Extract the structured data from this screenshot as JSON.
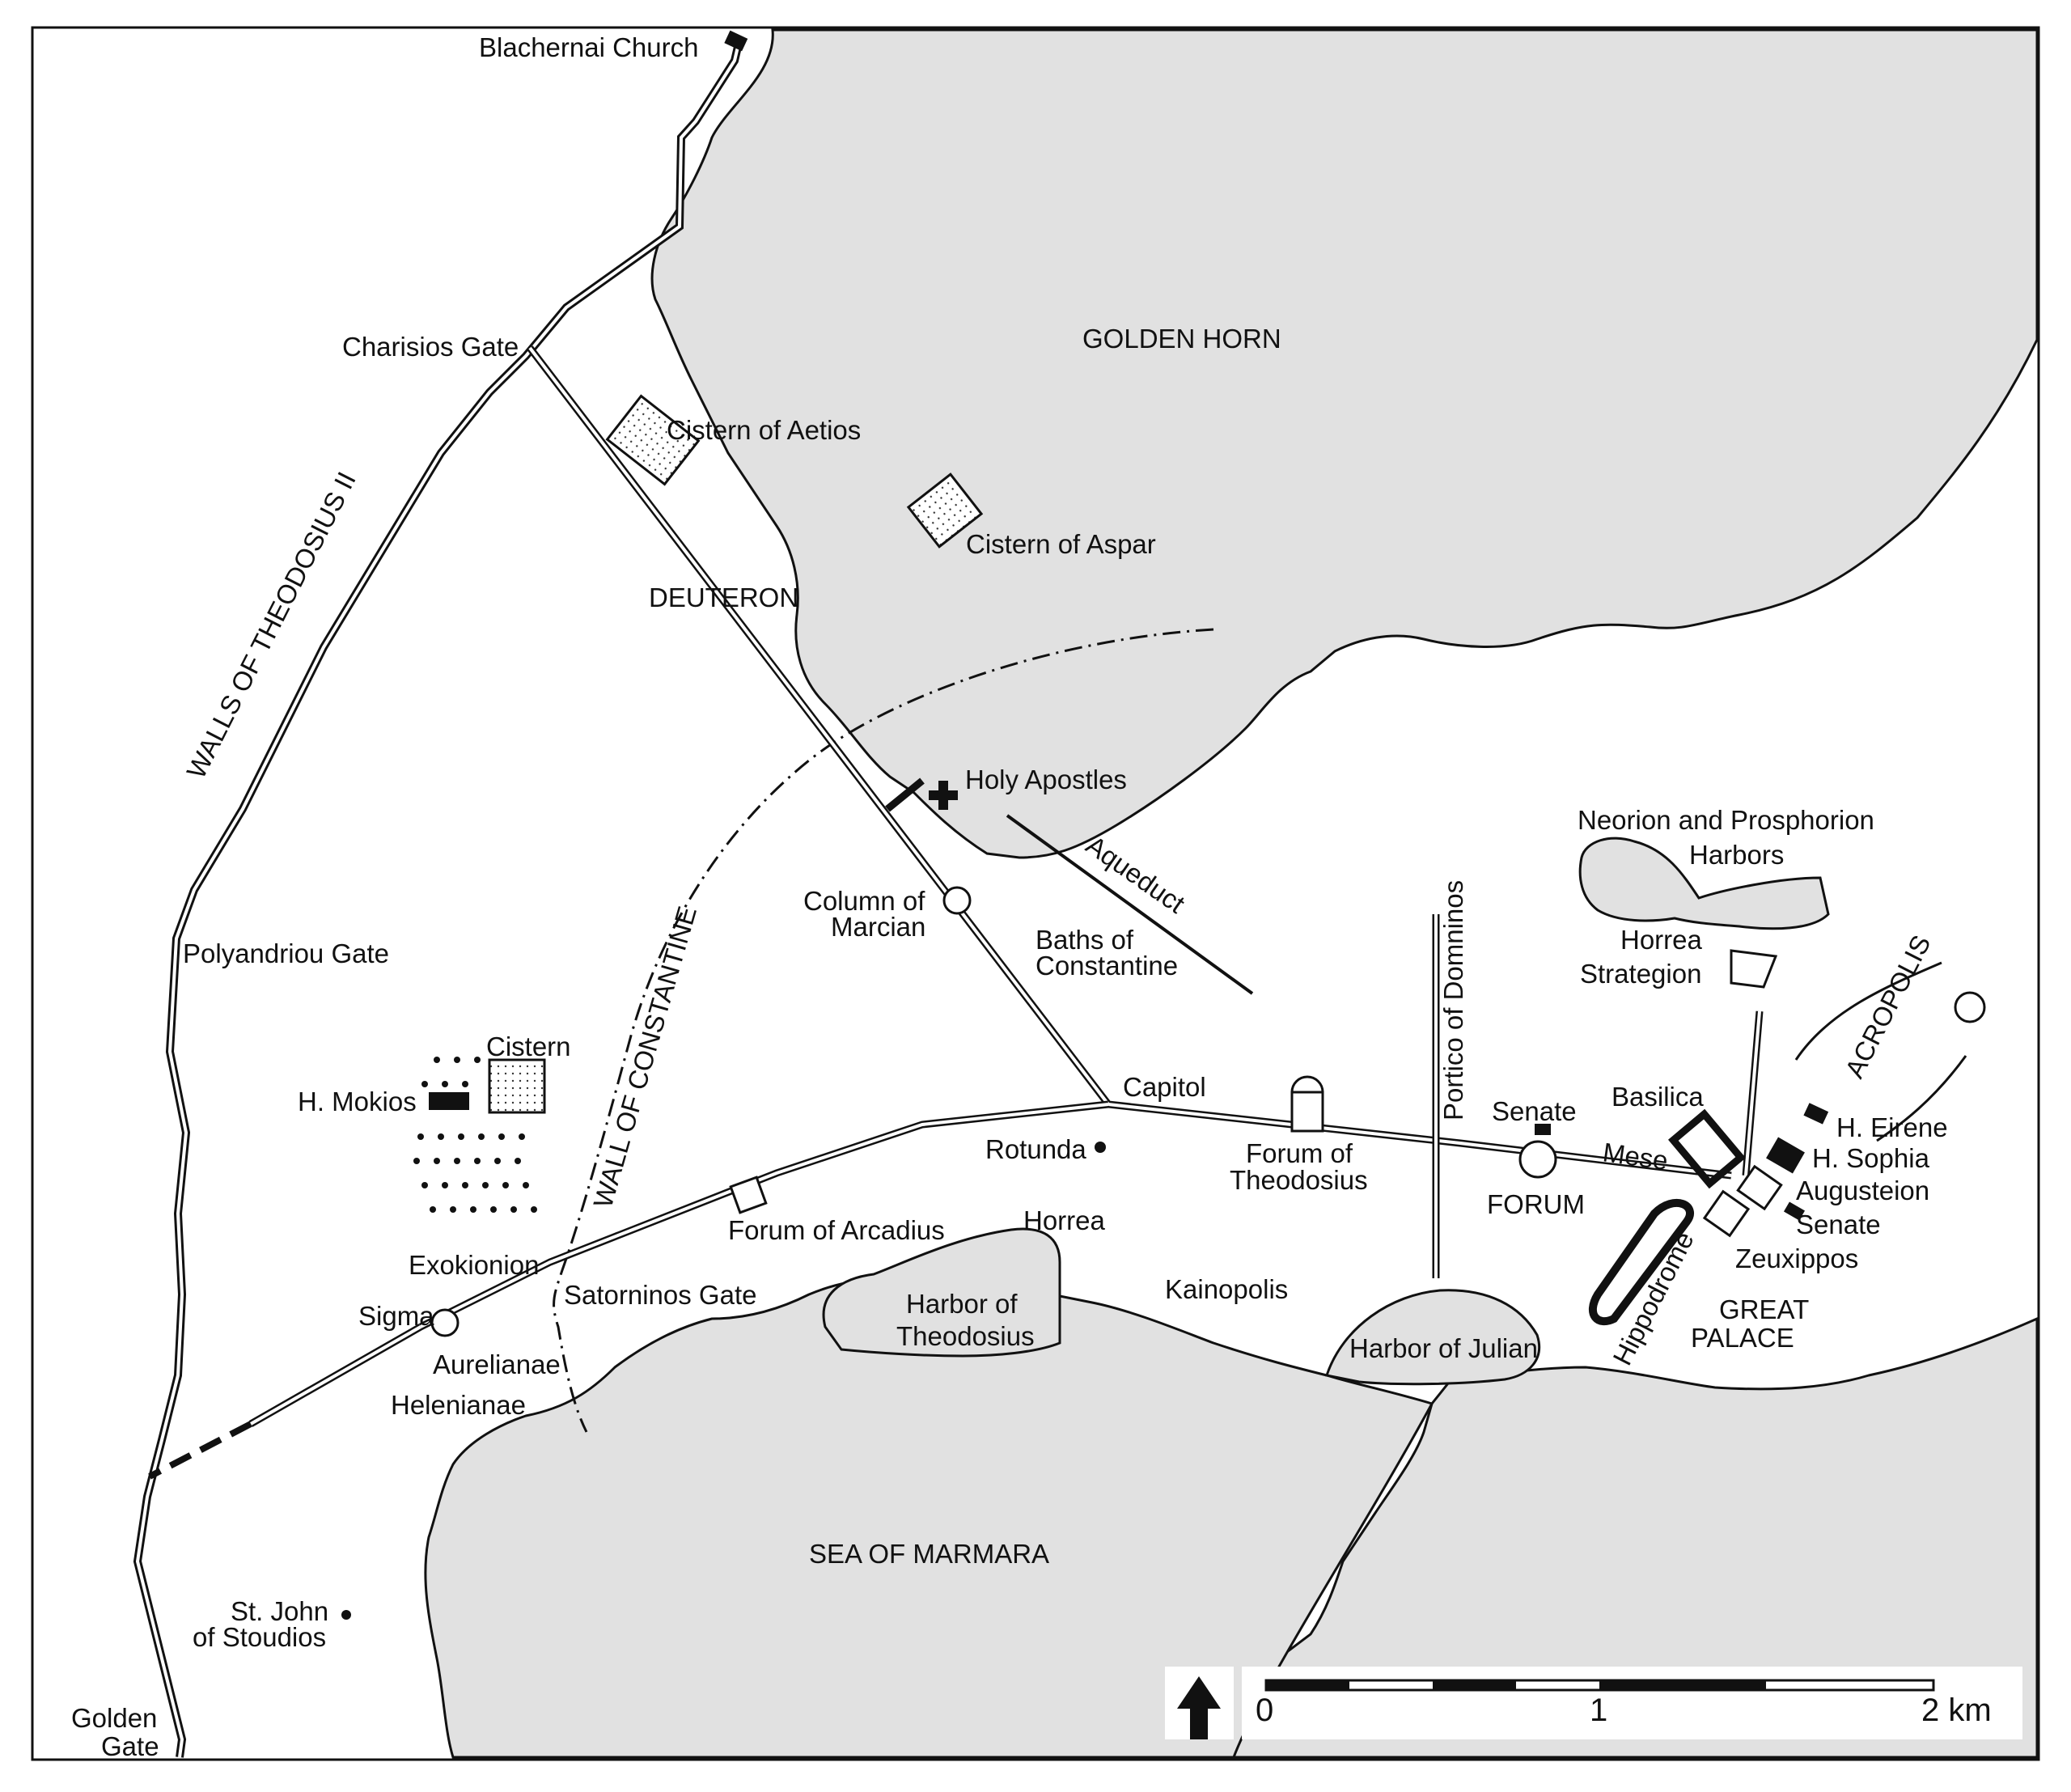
{
  "colors": {
    "water": "#e1e1e1",
    "land": "#ffffff",
    "ink": "#111111"
  },
  "map": {
    "waters": {
      "golden_horn": "GOLDEN HORN",
      "sea_of_marmara": "SEA OF MARMARA"
    },
    "walls": {
      "theodosius": "WALLS OF THEODOSIUS II",
      "constantine": "WALL OF CONSTANTINE"
    },
    "labels": {
      "blachernai_church": "Blachernai  Church",
      "charisios_gate": "Charisios Gate",
      "cistern_aetios": "Cistern of Aetios",
      "cistern_aspar": "Cistern of Aspar",
      "deuteron": "DEUTERON",
      "holy_apostles": "Holy Apostles",
      "aqueduct": "Aqueduct",
      "column_of_marcian_1": "Column of",
      "column_of_marcian_2": "Marcian",
      "baths_1": "Baths of",
      "baths_2": "Constantine",
      "polyandriou_gate": "Polyandriou Gate",
      "cistern": "Cistern",
      "h_mokios": "H. Mokios",
      "capitol": "Capitol",
      "rotunda": "Rotunda",
      "forum_theodosius_1": "Forum of",
      "forum_theodosius_2": "Theodosius",
      "portico_domninos": "Portico of Domninos",
      "neorion_1": "Neorion and Prosphorion",
      "neorion_2": "Harbors",
      "horrea_strategion_1": "Horrea",
      "horrea_strategion_2": "Strategion",
      "acropolis": "ACROPOLIS",
      "basilica": "Basilica",
      "senate_north": "Senate",
      "h_eirene": "H. Eirene",
      "mese": "Mese",
      "h_sophia": "H. Sophia",
      "augusteion": "Augusteion",
      "forum": "FORUM",
      "senate_south": "Senate",
      "zeuxippos": "Zeuxippos",
      "forum_arcadius": "Forum of Arcadius",
      "horrea": "Horrea",
      "exokionion": "Exokionion",
      "satorninos_gate": "Satorninos Gate",
      "kainopolis": "Kainopolis",
      "harbor_theodosius_1": "Harbor of",
      "harbor_theodosius_2": "Theodosius",
      "sigma": "Sigma",
      "aurelianae": "Aurelianae",
      "helenianae": "Helenianae",
      "harbor_julian": "Harbor of Julian",
      "hippodrome": "Hippodrome",
      "great_palace_1": "GREAT",
      "great_palace_2": "PALACE",
      "st_john_1": "St. John",
      "st_john_2": "of Stoudios",
      "golden_gate_1": "Golden",
      "golden_gate_2": "Gate"
    },
    "scale": {
      "min": "0",
      "mid": "1",
      "max": "2 km"
    },
    "north_arrow": "north-arrow-icon"
  }
}
